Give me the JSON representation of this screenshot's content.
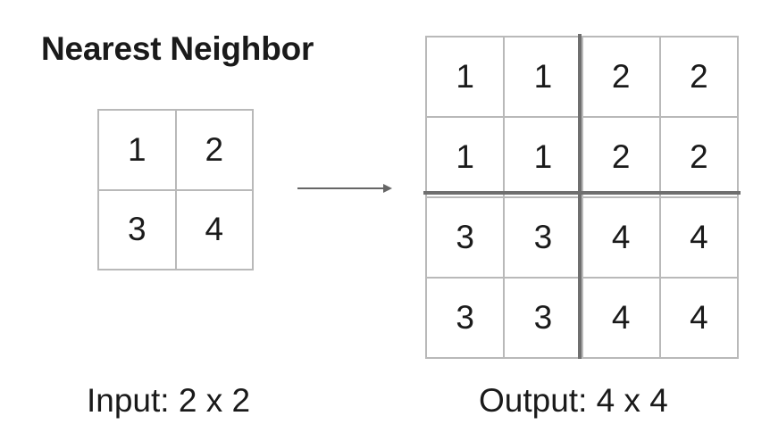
{
  "title": "Nearest Neighbor",
  "input": {
    "caption": "Input: 2 x 2",
    "cells": [
      "1",
      "2",
      "3",
      "4"
    ]
  },
  "output": {
    "caption": "Output: 4 x 4",
    "cells": [
      "1",
      "1",
      "2",
      "2",
      "1",
      "1",
      "2",
      "2",
      "3",
      "3",
      "4",
      "4",
      "3",
      "3",
      "4",
      "4"
    ]
  },
  "colors": {
    "grid_line": "#b9b9b9",
    "block_divider": "#6f6f6f",
    "arrow": "#666666",
    "text": "#1a1a1a"
  }
}
